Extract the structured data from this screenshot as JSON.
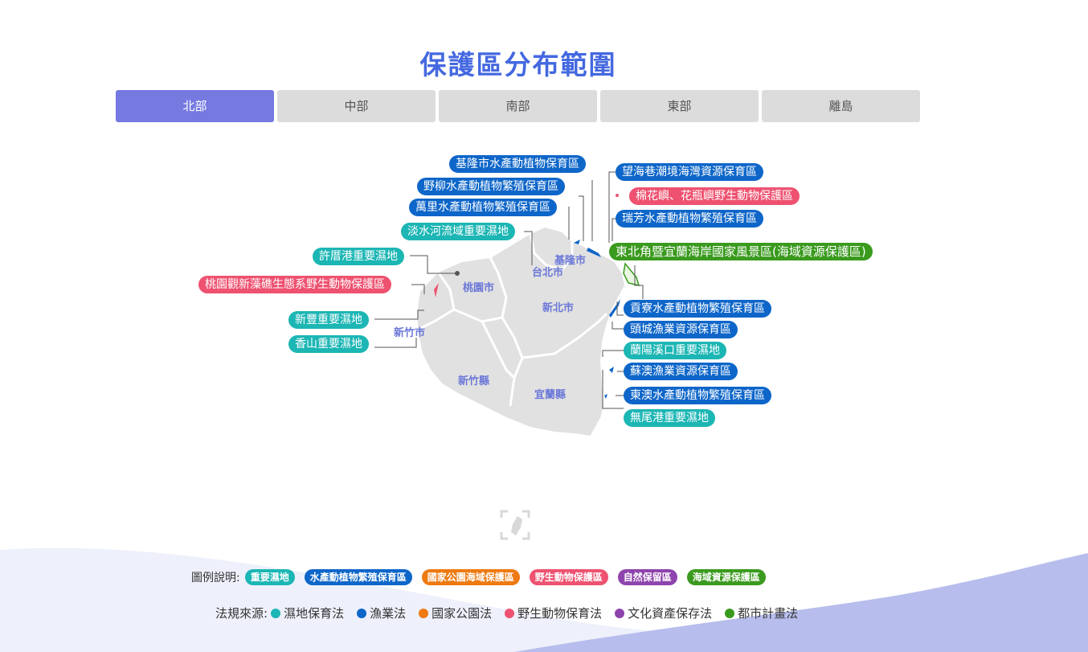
{
  "title": "保護區分布範圍",
  "tabs": [
    {
      "label": "北部",
      "active": true
    },
    {
      "label": "中部"
    },
    {
      "label": "南部"
    },
    {
      "label": "東部"
    },
    {
      "label": "離島"
    }
  ],
  "cities": {
    "keelung": "基隆市",
    "taipei": "台北市",
    "taoyuan": "桃園市",
    "new_taipei": "新北市",
    "hsinchu_city": "新竹市",
    "hsinchu_county": "新竹縣",
    "yilan": "宜蘭縣"
  },
  "areas": {
    "keelung_aquatic": "基隆市水產動植物保育區",
    "yeliu": "野柳水產動植物繁殖保育區",
    "wanli": "萬里水產動植物繁殖保育區",
    "danshui": "淡水河流域重要濕地",
    "xucuo": "許厝港重要濕地",
    "taoyuan_reef": "桃園觀新藻礁生態系野生動物保護區",
    "xinfeng": "新豐重要濕地",
    "xiangshan": "香山重要濕地",
    "wanghai": "望海巷潮境海灣資源保育區",
    "mianhua": "棉花嶼、花瓶嶼野生動物保護區",
    "ruifang": "瑞芳水產動植物繁殖保育區",
    "northeast": "東北角暨宜蘭海岸國家風景區(海域資源保護區)",
    "gongliao": "貢寮水產動植物繁殖保育區",
    "toucheng": "頭城漁業資源保育區",
    "lanyang": "蘭陽溪口重要濕地",
    "suao": "蘇澳漁業資源保育區",
    "dongao": "東澳水產動植物繁殖保育區",
    "wuwei": "無尾港重要濕地"
  },
  "legend": {
    "label": "圖例說明:",
    "items": [
      {
        "text": "重要濕地",
        "color": "#1cb6b4"
      },
      {
        "text": "水產動植物繁殖保育區",
        "color": "#0e66c9"
      },
      {
        "text": "國家公園海域保護區",
        "color": "#ee7a12"
      },
      {
        "text": "野生動物保護區",
        "color": "#ee5270"
      },
      {
        "text": "自然保留區",
        "color": "#8e44ad"
      },
      {
        "text": "海域資源保護區",
        "color": "#3a9a1e"
      }
    ]
  },
  "laws": {
    "label": "法規來源:",
    "items": [
      {
        "text": "濕地保育法",
        "color": "#1cb6b4"
      },
      {
        "text": "漁業法",
        "color": "#0e66c9"
      },
      {
        "text": "國家公園法",
        "color": "#ee7a12"
      },
      {
        "text": "野生動物保育法",
        "color": "#ee5270"
      },
      {
        "text": "文化資產保存法",
        "color": "#8e44ad"
      },
      {
        "text": "都市計畫法",
        "color": "#3a9a1e"
      }
    ]
  }
}
